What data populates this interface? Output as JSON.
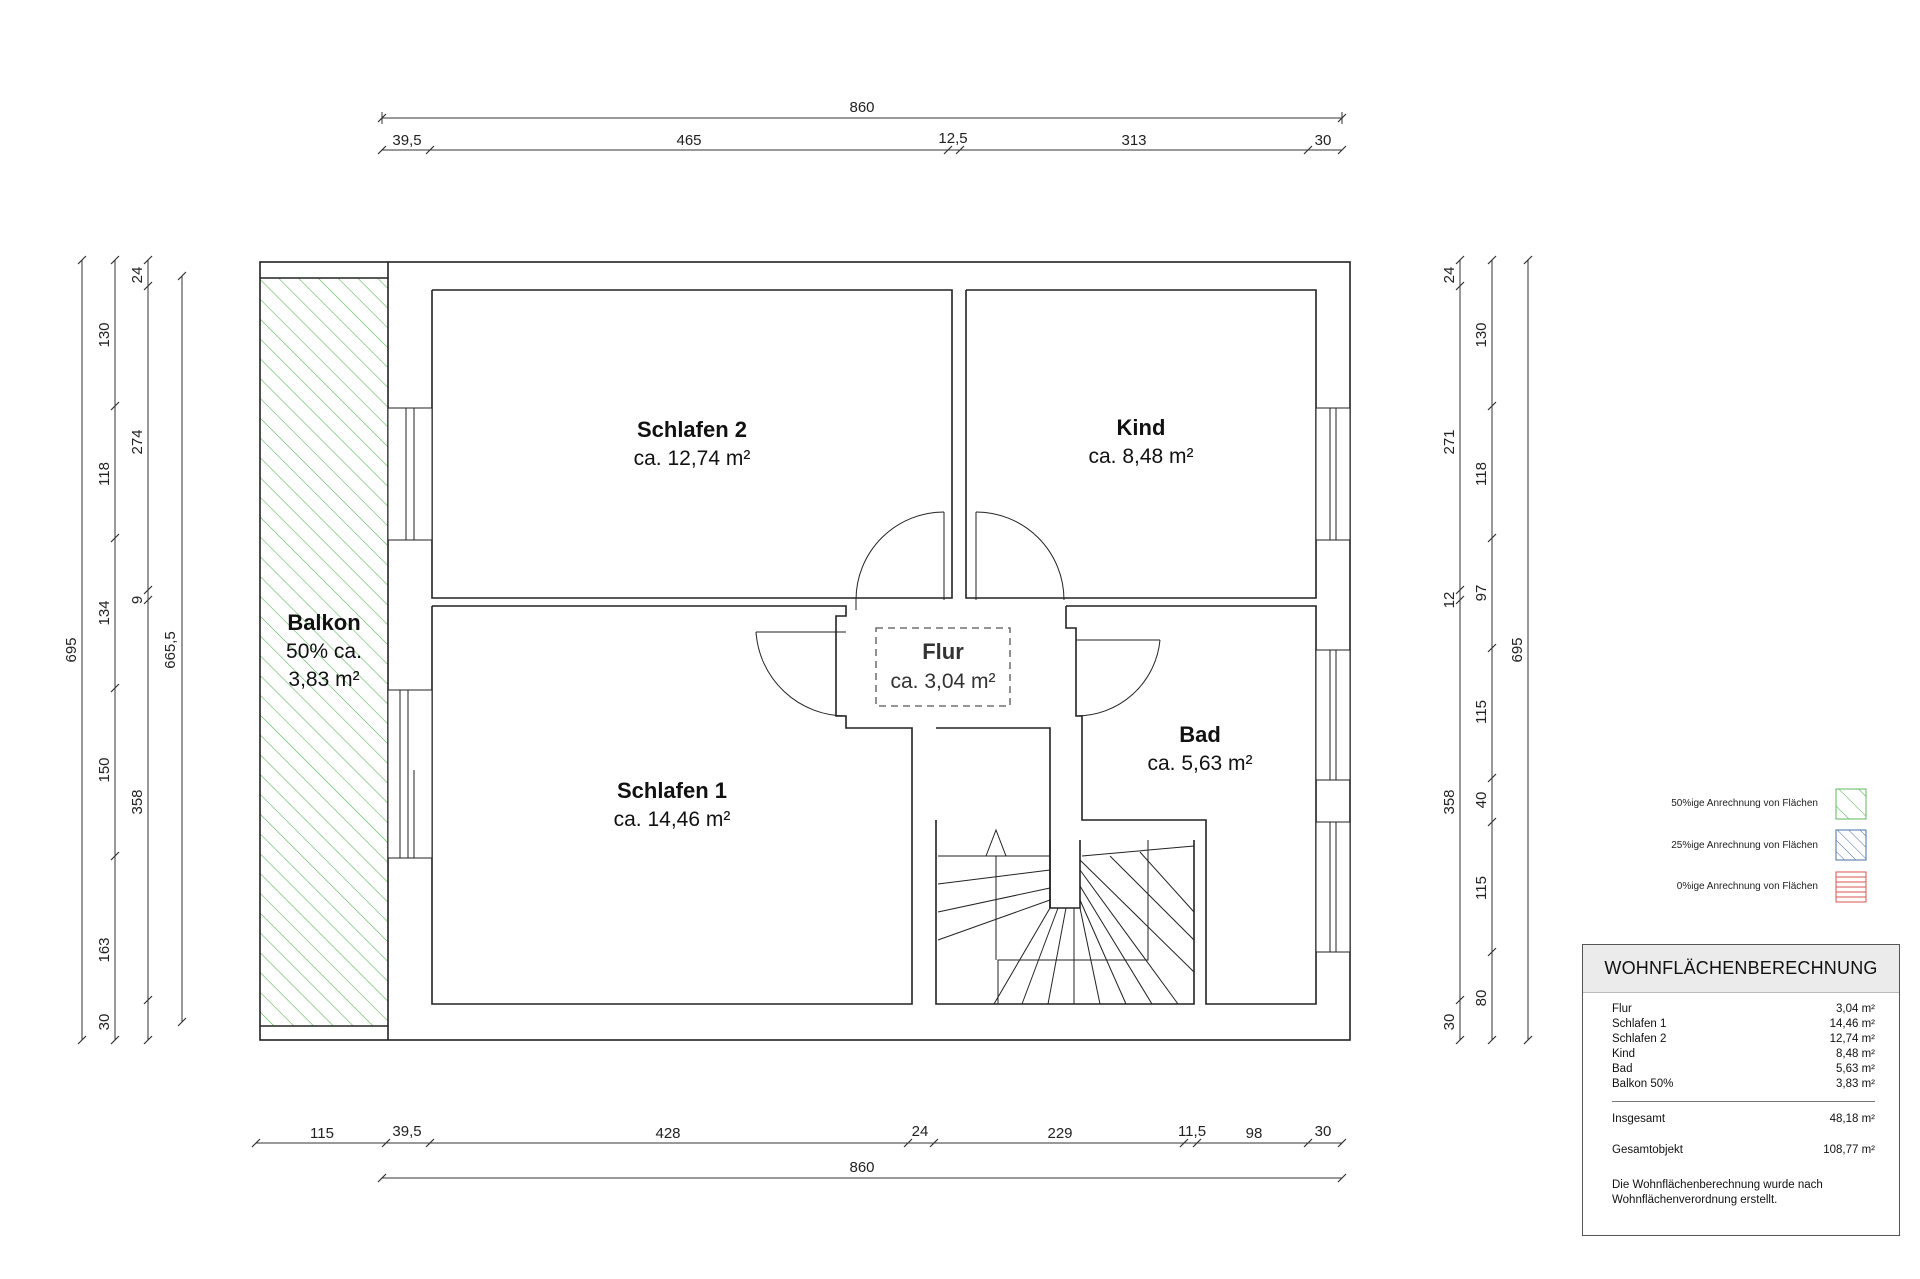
{
  "dimensions": {
    "top_total": "860",
    "top_segments": [
      "39,5",
      "465",
      "12,5",
      "313",
      "30"
    ],
    "bottom_segments": [
      "115",
      "39,5",
      "428",
      "24",
      "229",
      "11,5",
      "98",
      "30"
    ],
    "bottom_total": "860",
    "left_total": "695",
    "left_segments_a": [
      "130",
      "118",
      "134",
      "150",
      "163",
      "30"
    ],
    "left_segments_b": [
      "24",
      "274",
      "9",
      "358"
    ],
    "left_inner_total": "665,5",
    "right_segments_a": [
      "24",
      "271",
      "12",
      "358",
      "30"
    ],
    "right_segments_b": [
      "130",
      "118",
      "97",
      "115",
      "40",
      "115",
      "80"
    ],
    "right_total": "695"
  },
  "rooms": {
    "schlafen2": {
      "name": "Schlafen 2",
      "area": "ca. 12,74 m²"
    },
    "kind": {
      "name": "Kind",
      "area": "ca. 8,48 m²"
    },
    "balkon": {
      "name": "Balkon",
      "line2": "50% ca.",
      "line3": "3,83 m²"
    },
    "flur": {
      "name": "Flur",
      "area": "ca. 3,04 m²"
    },
    "bad": {
      "name": "Bad",
      "area": "ca. 5,63 m²"
    },
    "schlafen1": {
      "name": "Schlafen 1",
      "area": "ca. 14,46 m²"
    }
  },
  "legend": [
    {
      "label": "50%ige Anrechnung von Flächen",
      "color": "#5cb85c"
    },
    {
      "label": "25%ige Anrechnung von Flächen",
      "color": "#4a6fa5"
    },
    {
      "label": "0%ige Anrechnung von Flächen",
      "color": "#d9534f"
    }
  ],
  "calculation": {
    "title": "WOHNFLÄCHENBERECHNUNG",
    "rows": [
      {
        "label": "Flur",
        "value": "3,04 m²"
      },
      {
        "label": "Schlafen 1",
        "value": "14,46 m²"
      },
      {
        "label": "Schlafen 2",
        "value": "12,74 m²"
      },
      {
        "label": "Kind",
        "value": "8,48 m²"
      },
      {
        "label": "Bad",
        "value": "5,63 m²"
      },
      {
        "label": "Balkon 50%",
        "value": "3,83 m²"
      }
    ],
    "total_label": "Insgesamt",
    "total_value": "48,18 m²",
    "object_label": "Gesamtobjekt",
    "object_value": "108,77 m²",
    "note": "Die Wohnflächenberechnung wurde nach Wohnflächenverordnung erstellt."
  },
  "colors": {
    "balcony_hatch": "#5cb85c",
    "line": "#222222"
  }
}
